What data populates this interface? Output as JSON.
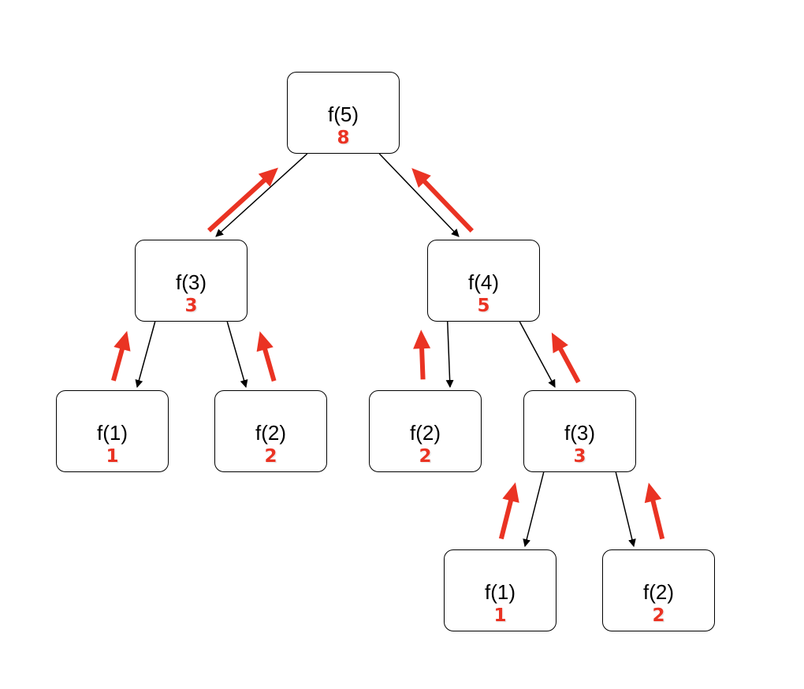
{
  "diagram": {
    "nodes": [
      {
        "id": "n5",
        "label": "f(5)",
        "value": "8"
      },
      {
        "id": "n3a",
        "label": "f(3)",
        "value": "3"
      },
      {
        "id": "n4",
        "label": "f(4)",
        "value": "5"
      },
      {
        "id": "n1a",
        "label": "f(1)",
        "value": "1"
      },
      {
        "id": "n2a",
        "label": "f(2)",
        "value": "2"
      },
      {
        "id": "n2b",
        "label": "f(2)",
        "value": "2"
      },
      {
        "id": "n3b",
        "label": "f(3)",
        "value": "3"
      },
      {
        "id": "n1b",
        "label": "f(1)",
        "value": "1"
      },
      {
        "id": "n2c",
        "label": "f(2)",
        "value": "2"
      }
    ],
    "edges": [
      {
        "from": "n5",
        "to": "n3a"
      },
      {
        "from": "n5",
        "to": "n4"
      },
      {
        "from": "n3a",
        "to": "n1a"
      },
      {
        "from": "n3a",
        "to": "n2a"
      },
      {
        "from": "n4",
        "to": "n2b"
      },
      {
        "from": "n4",
        "to": "n3b"
      },
      {
        "from": "n3b",
        "to": "n1b"
      },
      {
        "from": "n3b",
        "to": "n2c"
      }
    ],
    "colors": {
      "call_arrow": "#000000",
      "return_arrow": "#ea3323",
      "value_text": "#ea3323"
    }
  }
}
